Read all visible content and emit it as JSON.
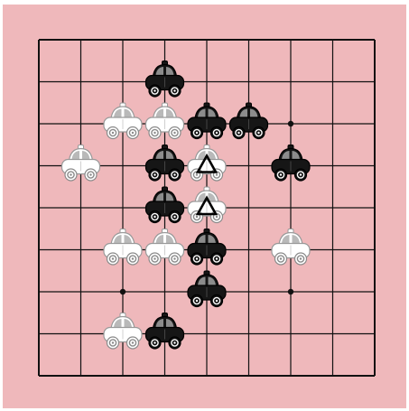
{
  "game": {
    "board": {
      "columns": 9,
      "rows": 9,
      "background": "#efb8bb",
      "line_color": "#111111"
    },
    "star_points": [
      {
        "col": 6,
        "row": 2
      },
      {
        "col": 2,
        "row": 6
      },
      {
        "col": 6,
        "row": 6
      }
    ],
    "pieces": [
      {
        "col": 3,
        "row": 1,
        "color": "black"
      },
      {
        "col": 2,
        "row": 2,
        "color": "white"
      },
      {
        "col": 3,
        "row": 2,
        "color": "white"
      },
      {
        "col": 4,
        "row": 2,
        "color": "black"
      },
      {
        "col": 5,
        "row": 2,
        "color": "black"
      },
      {
        "col": 1,
        "row": 3,
        "color": "white"
      },
      {
        "col": 3,
        "row": 3,
        "color": "black"
      },
      {
        "col": 4,
        "row": 3,
        "color": "white",
        "marker": "triangle"
      },
      {
        "col": 6,
        "row": 3,
        "color": "black"
      },
      {
        "col": 3,
        "row": 4,
        "color": "black"
      },
      {
        "col": 4,
        "row": 4,
        "color": "white",
        "marker": "triangle"
      },
      {
        "col": 2,
        "row": 5,
        "color": "white"
      },
      {
        "col": 3,
        "row": 5,
        "color": "white"
      },
      {
        "col": 4,
        "row": 5,
        "color": "black"
      },
      {
        "col": 6,
        "row": 5,
        "color": "white"
      },
      {
        "col": 4,
        "row": 6,
        "color": "black"
      },
      {
        "col": 2,
        "row": 7,
        "color": "white"
      },
      {
        "col": 3,
        "row": 7,
        "color": "black"
      }
    ],
    "piece_icon": "car-icon",
    "marker_icon": "triangle-icon"
  }
}
